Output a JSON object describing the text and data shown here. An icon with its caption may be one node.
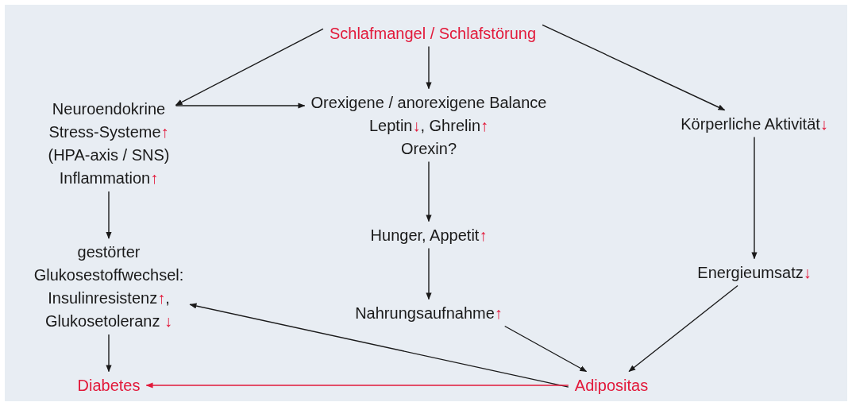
{
  "diagram": {
    "nodes": [
      {
        "text": [
          "Schlafmangel / Schlafstörung"
        ]
      },
      {
        "text": [
          "Neuroendokrine Stress-Systeme↑ (HPA-axis / SNS) Inflammation↑"
        ]
      },
      {
        "text": [
          "Orexigene / anorexigene Balance",
          "Leptin↓, Ghrelin↑",
          "Orexin?"
        ]
      },
      {
        "text": [
          "Körperliche Aktivität↓"
        ]
      },
      {
        "text": [
          "gestörter Glukosestoffwechsel: Insulinresistenz↑, Glukosetoleranz ↓"
        ]
      },
      {
        "text": [
          "Hunger, Appetit↑"
        ]
      },
      {
        "text": [
          "Energieumsatz↓"
        ]
      },
      {
        "text": [
          "Nahrungsaufnahme↑"
        ]
      },
      {
        "text": [
          "Diabetes"
        ]
      },
      {
        "text": [
          "Adipositas"
        ]
      }
    ],
    "edges": [
      {
        "from": 0,
        "to": 1,
        "arrow": "to"
      },
      {
        "from": 0,
        "to": 2,
        "arrow": "to"
      },
      {
        "from": 0,
        "to": 3,
        "arrow": "to"
      },
      {
        "from": 1,
        "to": 2,
        "arrow": "to"
      },
      {
        "from": 1,
        "to": 4,
        "arrow": "to"
      },
      {
        "from": 2,
        "to": 5,
        "arrow": "to"
      },
      {
        "from": 3,
        "to": 6,
        "arrow": "to"
      },
      {
        "from": 5,
        "to": 7,
        "arrow": "to"
      },
      {
        "from": 4,
        "to": 8,
        "arrow": "to"
      },
      {
        "from": 7,
        "to": 9,
        "arrow": "to"
      },
      {
        "from": 6,
        "to": 9,
        "arrow": "to"
      },
      {
        "from": 9,
        "to": 4,
        "arrow": "to"
      },
      {
        "from": 9,
        "to": 8,
        "arrow": "to",
        "color": "#e2193a"
      }
    ]
  }
}
